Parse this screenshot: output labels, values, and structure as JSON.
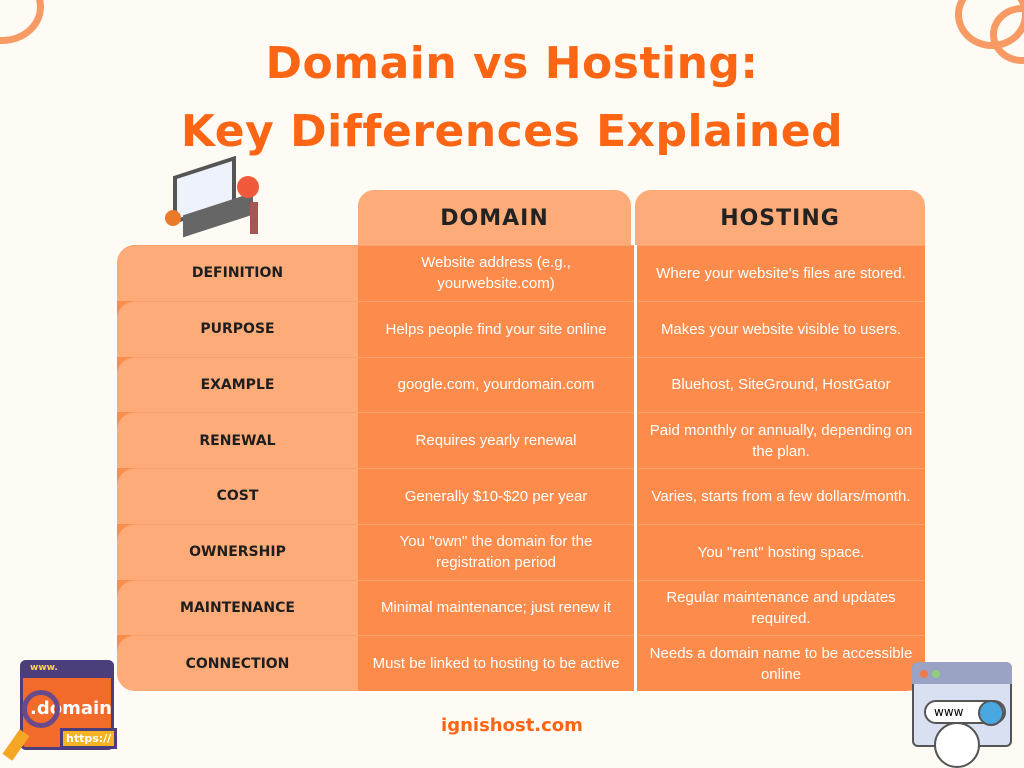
{
  "title": {
    "line1": "Domain vs Hosting:",
    "line2": "Key Differences Explained"
  },
  "columns": {
    "domain": "DOMAIN",
    "hosting": "HOSTING"
  },
  "rows": [
    {
      "label": "DEFINITION",
      "domain": "Website address (e.g., yourwebsite.com)",
      "hosting": "Where your website's files are stored."
    },
    {
      "label": "PURPOSE",
      "domain": "Helps people find your site online",
      "hosting": "Makes your website visible to users."
    },
    {
      "label": "EXAMPLE",
      "domain": "google.com, yourdomain.com",
      "hosting": "Bluehost, SiteGround, HostGator"
    },
    {
      "label": "RENEWAL",
      "domain": "Requires yearly renewal",
      "hosting": "Paid monthly or annually, depending on the plan."
    },
    {
      "label": "COST",
      "domain": "Generally $10-$20 per year",
      "hosting": "Varies, starts from a few dollars/month."
    },
    {
      "label": "OWNERSHIP",
      "domain": "You \"own\" the domain for the registration period",
      "hosting": "You \"rent\" hosting space."
    },
    {
      "label": "MAINTENANCE",
      "domain": "Minimal maintenance; just renew it",
      "hosting": "Regular maintenance and updates required."
    },
    {
      "label": "CONNECTION",
      "domain": "Must be linked to hosting to be active",
      "hosting": "Needs a domain name to be accessible online"
    }
  ],
  "footer": "ignishost.com",
  "illustrations": {
    "domain_icon_text": ".domain",
    "domain_icon_www": "www.",
    "domain_icon_https": "https://",
    "browser_icon_www": "www"
  },
  "colors": {
    "accent": "#fb6514",
    "header": "#fdab78",
    "cell": "#fd8c4c",
    "background": "#fefbf5"
  }
}
